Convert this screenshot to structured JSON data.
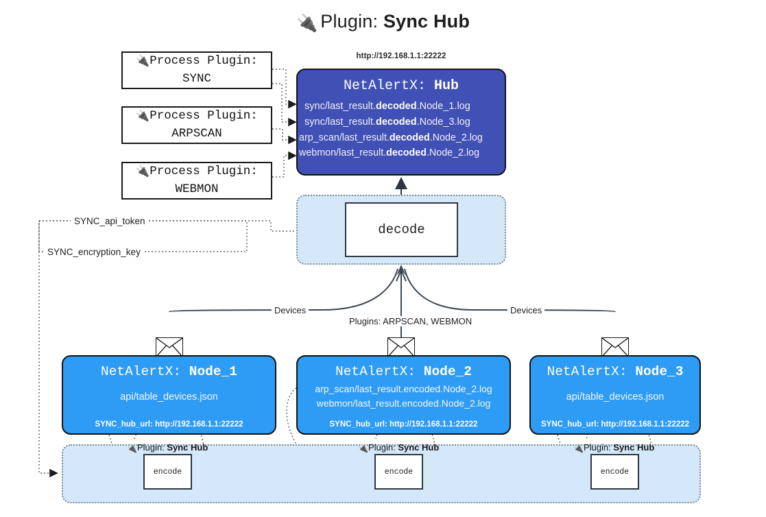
{
  "title": {
    "icon": "plug-icon",
    "prefix": "Plugin:",
    "name": "Sync Hub"
  },
  "process_plugins": [
    {
      "label": "Process Plugin:",
      "name": "SYNC",
      "icon": "plug-icon"
    },
    {
      "label": "Process Plugin:",
      "name": "ARPSCAN",
      "icon": "plug-icon"
    },
    {
      "label": "Process Plugin:",
      "name": "WEBMON",
      "icon": "plug-icon"
    }
  ],
  "hub": {
    "url": "http://192.168.1.1:22222",
    "app": "NetAlertX:",
    "name": "Hub",
    "logs": [
      {
        "pre": "sync/last_result.",
        "mid": "decoded",
        "post": ".Node_1.log"
      },
      {
        "pre": "sync/last_result.",
        "mid": "decoded",
        "post": ".Node_3.log"
      },
      {
        "pre": "arp_scan/last_result.",
        "mid": "decoded",
        "post": ".Node_2.log"
      },
      {
        "pre": "webmon/last_result.",
        "mid": "decoded",
        "post": ".Node_2.log"
      }
    ]
  },
  "decode": {
    "label": "decode"
  },
  "tokens": [
    {
      "name": "SYNC_api_token"
    },
    {
      "name": "SYNC_encryption_key"
    }
  ],
  "edge_labels": {
    "left_devices": "Devices",
    "right_devices": "Devices",
    "center_plugins": "Plugins: ARPSCAN, WEBMON"
  },
  "nodes": [
    {
      "app": "NetAlertX:",
      "name": "Node_1",
      "icon": "envelope-icon",
      "lines": [
        "api/table_devices.json"
      ],
      "url_label": "SYNC_hub_url: http://192.168.1.1:22222"
    },
    {
      "app": "NetAlertX:",
      "name": "Node_2",
      "icon": "envelope-icon",
      "lines": [
        "arp_scan/last_result.encoded.Node_2.log",
        "webmon/last_result.encoded.Node_2.log"
      ],
      "url_label": "SYNC_hub_url: http://192.168.1.1:22222"
    },
    {
      "app": "NetAlertX:",
      "name": "Node_3",
      "icon": "envelope-icon",
      "lines": [
        "api/table_devices.json"
      ],
      "url_label": "SYNC_hub_url: http://192.168.1.1:22222"
    }
  ],
  "plugin_zone": [
    {
      "label_prefix": "Plugin:",
      "label_name": "Sync Hub",
      "box": "encode",
      "icon": "plug-icon"
    },
    {
      "label_prefix": "Plugin:",
      "label_name": "Sync Hub",
      "box": "encode",
      "icon": "plug-icon"
    },
    {
      "label_prefix": "Plugin:",
      "label_name": "Sync Hub",
      "box": "encode",
      "icon": "plug-icon"
    }
  ],
  "colors": {
    "hub": "#4050b5",
    "node": "#2e9bf5",
    "zone": "#d4e8fa",
    "stroke": "#121212",
    "dotted": "#7d8b97"
  }
}
